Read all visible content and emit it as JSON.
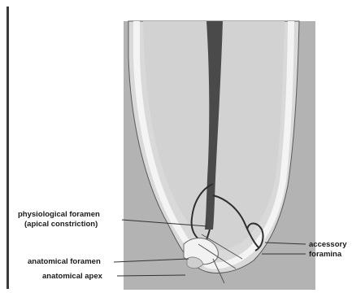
{
  "diagram": {
    "labels": {
      "physiological_foramen": "physiological foramen",
      "apical_constriction": "(apical constriction)",
      "anatomical_foramen": "anatomical foramen",
      "anatomical_apex": "anatomical apex",
      "accessory": "accessory",
      "foramina": "foramina"
    },
    "colors": {
      "bone": "#b3b3b3",
      "dentin": "#d7d7d7",
      "canal": "#4a4a4a",
      "outline": "#2e2e2e",
      "lines": "#333333"
    }
  }
}
